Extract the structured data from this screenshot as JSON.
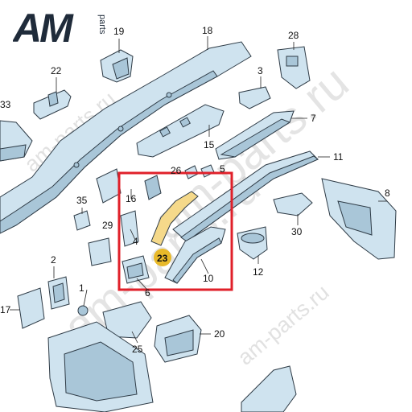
{
  "logo": {
    "main": "AM",
    "sub": "parts"
  },
  "watermark": {
    "text": "am-parts.ru"
  },
  "callouts": [
    "19",
    "18",
    "28",
    "22",
    "3",
    "33",
    "7",
    "15",
    "26",
    "5",
    "11",
    "16",
    "35",
    "8",
    "29",
    "4",
    "23",
    "30",
    "12",
    "2",
    "1",
    "6",
    "10",
    "17",
    "25",
    "20"
  ],
  "highlighted_part": "23",
  "colors": {
    "part_fill": "#cfe3ef",
    "part_outline": "#2e3b46",
    "highlight_fill": "#f5d98a",
    "highlight_circle": "#e8b92a",
    "frame_red": "#e0202a",
    "logo_dark": "#1f2b3a"
  }
}
